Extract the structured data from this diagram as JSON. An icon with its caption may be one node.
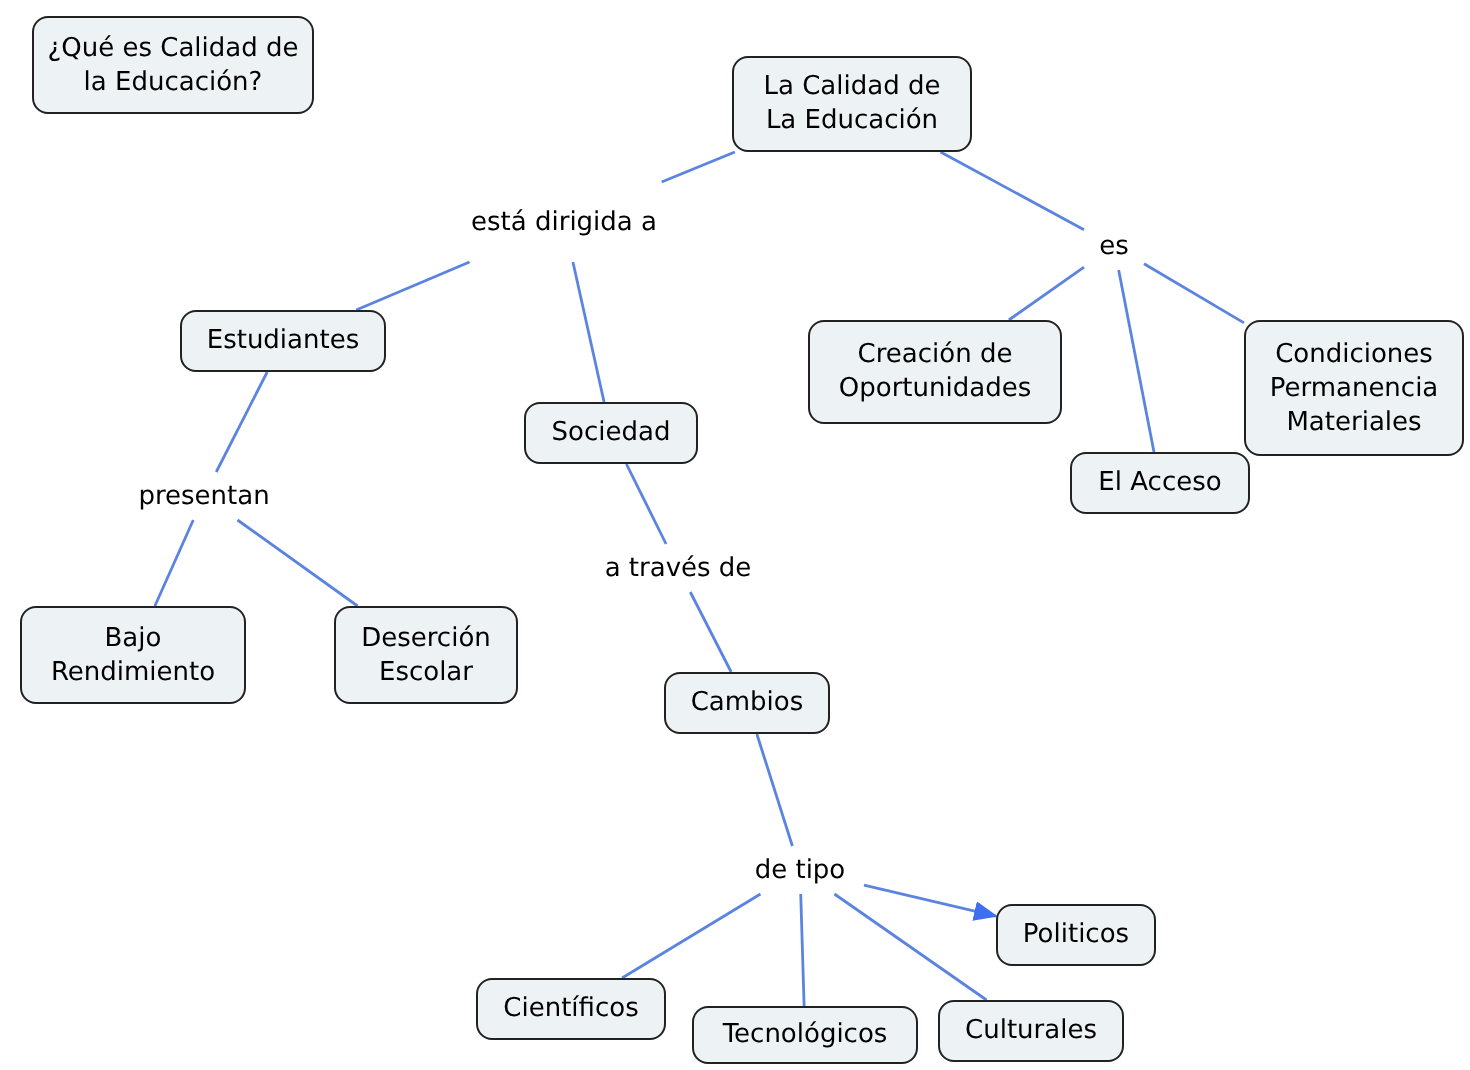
{
  "diagram": {
    "nodes": [
      {
        "text": [
          "¿Qué es Calidad de la Educación?"
        ]
      },
      {
        "text": [
          "La Calidad de La Educación"
        ]
      },
      {
        "text": [
          "está dirigida a"
        ]
      },
      {
        "text": [
          "es"
        ]
      },
      {
        "text": [
          "Estudiantes"
        ]
      },
      {
        "text": [
          "Sociedad"
        ]
      },
      {
        "text": [
          "Creación de Oportunidades"
        ]
      },
      {
        "text": [
          "El Acceso"
        ]
      },
      {
        "text": [
          "Condiciones Permanencia Materiales"
        ]
      },
      {
        "text": [
          "presentan"
        ]
      },
      {
        "text": [
          "Bajo Rendimiento"
        ]
      },
      {
        "text": [
          "Deserción Escolar"
        ]
      },
      {
        "text": [
          "a través de"
        ]
      },
      {
        "text": [
          "Cambios"
        ]
      },
      {
        "text": [
          "de tipo"
        ]
      },
      {
        "text": [
          "Politicos"
        ]
      },
      {
        "text": [
          "Científicos"
        ]
      },
      {
        "text": [
          "Tecnológicos"
        ]
      },
      {
        "text": [
          "Culturales"
        ]
      }
    ],
    "edges": [
      {
        "from": 1,
        "to": 2,
        "arrow": "none"
      },
      {
        "from": 2,
        "to": 4,
        "arrow": "none"
      },
      {
        "from": 2,
        "to": 5,
        "arrow": "none"
      },
      {
        "from": 1,
        "to": 3,
        "arrow": "none"
      },
      {
        "from": 3,
        "to": 6,
        "arrow": "none"
      },
      {
        "from": 3,
        "to": 7,
        "arrow": "none"
      },
      {
        "from": 3,
        "to": 8,
        "arrow": "none"
      },
      {
        "from": 4,
        "to": 9,
        "arrow": "none"
      },
      {
        "from": 9,
        "to": 10,
        "arrow": "none"
      },
      {
        "from": 9,
        "to": 11,
        "arrow": "none"
      },
      {
        "from": 5,
        "to": 12,
        "arrow": "none"
      },
      {
        "from": 12,
        "to": 13,
        "arrow": "none"
      },
      {
        "from": 13,
        "to": 14,
        "arrow": "none"
      },
      {
        "from": 14,
        "to": 15,
        "arrow": "to"
      },
      {
        "from": 14,
        "to": 16,
        "arrow": "none"
      },
      {
        "from": 14,
        "to": 17,
        "arrow": "none"
      },
      {
        "from": 14,
        "to": 18,
        "arrow": "none"
      }
    ]
  }
}
